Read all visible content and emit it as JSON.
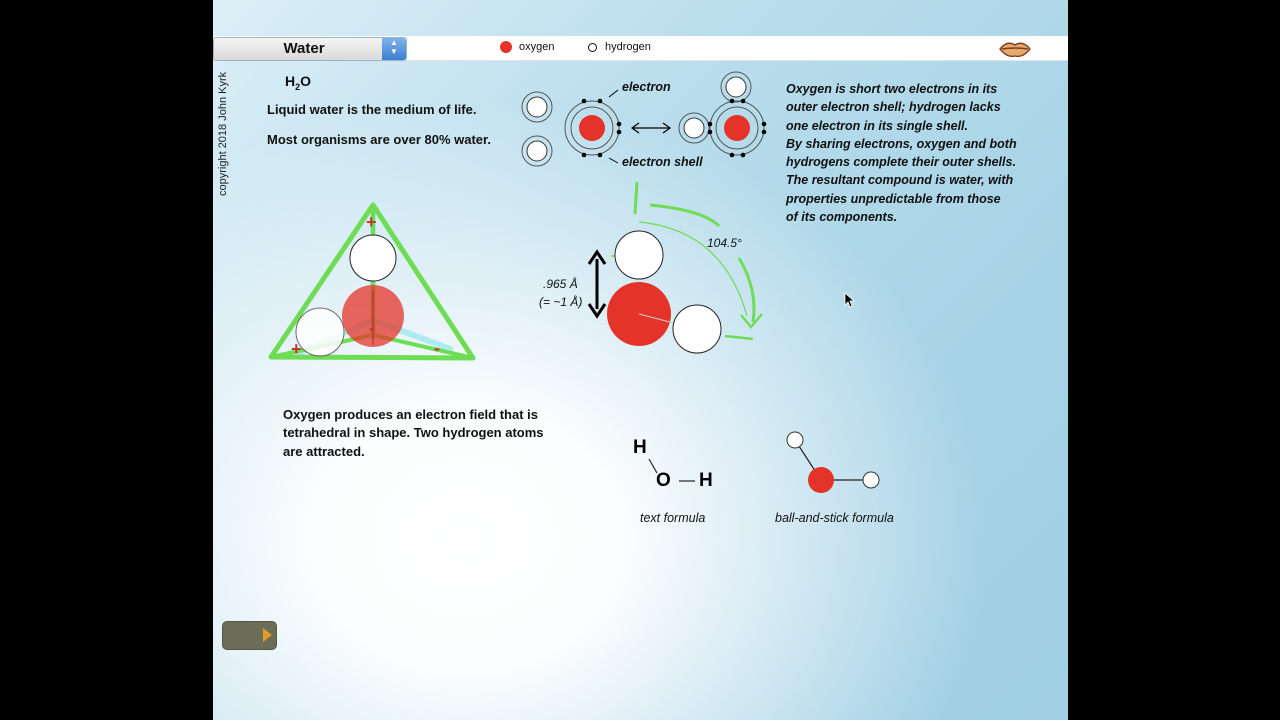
{
  "header": {
    "title": "Water",
    "legend": [
      {
        "label": "oxygen",
        "color": "#e4342a"
      },
      {
        "label": "hydrogen",
        "color": "#ffffff"
      }
    ]
  },
  "copyright": "copyright 2018 John Kyrk",
  "formula_heading": "H",
  "formula_sub": "2",
  "formula_tail": "O",
  "intro": {
    "line1": "Liquid water is the medium of life.",
    "line2": "Most organisms are over 80% water."
  },
  "diagram_labels": {
    "electron": "electron",
    "electron_shell": "electron shell",
    "angle": "104.5°",
    "bond_length": ".965 Å",
    "bond_length_approx": "(= ~1 Å)"
  },
  "explanation": [
    "Oxygen is short two electrons in its",
    "outer electron shell; hydrogen lacks",
    "one electron in its single shell.",
    "By sharing electrons, oxygen and both",
    "hydrogens complete their outer shells.",
    "The resultant compound is water, with",
    "properties unpredictable from those",
    "of its components."
  ],
  "tetra_text": [
    "Oxygen produces an electron field that is",
    "tetrahedral in shape. Two hydrogen atoms",
    "are attracted."
  ],
  "text_formula": {
    "h1": "H",
    "o": "O",
    "h2": "H",
    "caption": "text formula"
  },
  "ball_stick_caption": "ball-and-stick formula",
  "signs": {
    "plus": "+",
    "minus": "-"
  },
  "colors": {
    "oxygen": "#e4342a",
    "green": "#6fdc55",
    "cyan": "#9fe9f0"
  }
}
